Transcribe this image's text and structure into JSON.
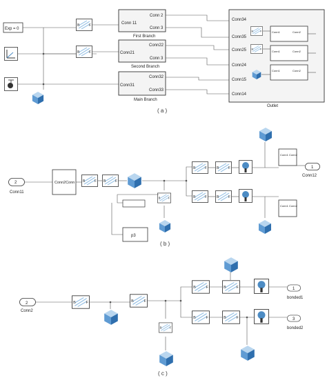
{
  "panels": {
    "a": {
      "caption": "( a )",
      "inputs": [
        "Exp = 0",
        "",
        ""
      ],
      "subsystems": [
        {
          "in": "Conn 11",
          "outs": [
            "Conn 2",
            "Conn 3"
          ],
          "label": "First Branch"
        },
        {
          "in": "Conn21",
          "outs": [
            "Conn22",
            "Conn 3"
          ],
          "label": "Second Branch"
        },
        {
          "in": "Conn31",
          "outs": [
            "Conn32",
            "Conn33"
          ],
          "label": "Main Branch"
        }
      ],
      "right": {
        "ports": [
          "Conn34",
          "Conn35",
          "Conn25",
          "Conn24",
          "Conn15",
          "Conn14"
        ],
        "inner_ports": [
          "Conn1",
          "Conn2",
          "Conn1",
          "Conn2",
          "Conn1",
          "Conn2"
        ],
        "label": "Outlet"
      }
    },
    "b": {
      "caption": "( b )",
      "input": {
        "num": "2",
        "label": "Conn11"
      },
      "converter": "Conn2Conn",
      "goto_tag": "p3",
      "top_box_ports": [
        "Conn1",
        "Conn2"
      ],
      "bottom_box_ports": [
        "Conn1",
        "Conn2"
      ],
      "output": {
        "num": "1",
        "label": "Conn12"
      }
    },
    "c": {
      "caption": "( c )",
      "input": {
        "num": "2",
        "label": "Conn2"
      },
      "outputs": [
        {
          "num": "1",
          "label": "bonded1"
        },
        {
          "num": "3",
          "label": "bonded2"
        }
      ]
    }
  }
}
